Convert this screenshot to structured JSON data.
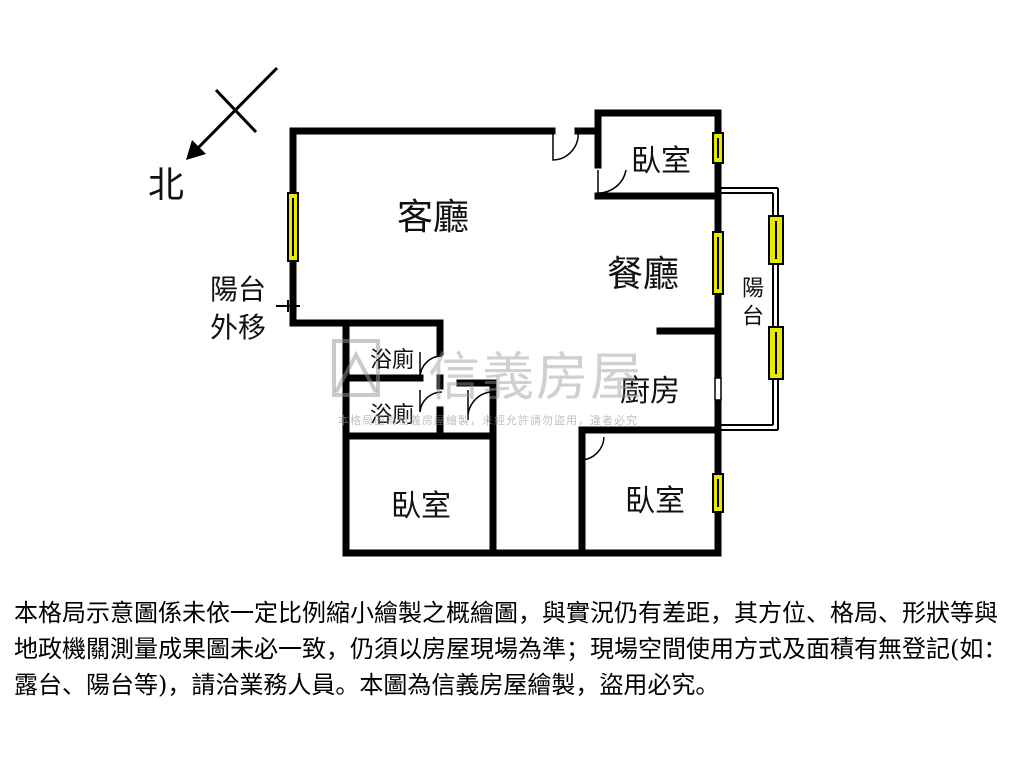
{
  "compass": {
    "north_label": "北"
  },
  "rooms": {
    "living_room": "客廳",
    "dining_room": "餐廳",
    "kitchen": "廚房",
    "bedroom_top": "臥室",
    "bedroom_left": "臥室",
    "bedroom_right": "臥室",
    "bath_1": "浴廁",
    "bath_2": "浴廁",
    "balcony_right": "陽台",
    "balcony_moved": [
      "陽台",
      "外移"
    ]
  },
  "watermark": {
    "brand": "信義房屋",
    "notice": "本格局圖為信義房屋繪製，未經允許請勿盜用，違者必究"
  },
  "disclaimer": "本格局示意圖係未依一定比例縮小繪製之概繪圖，與實況仍有差距，其方位、格局、形狀等與地政機關測量成果圖未必一致，仍須以房屋現場為準；現場空間使用方式及面積有無登記(如：露台、陽台等)，請洽業務人員。本圖為信義房屋繪製，盜用必究。",
  "colors": {
    "wall": "#000000",
    "window": "#e8e800",
    "watermark": "#999999"
  }
}
